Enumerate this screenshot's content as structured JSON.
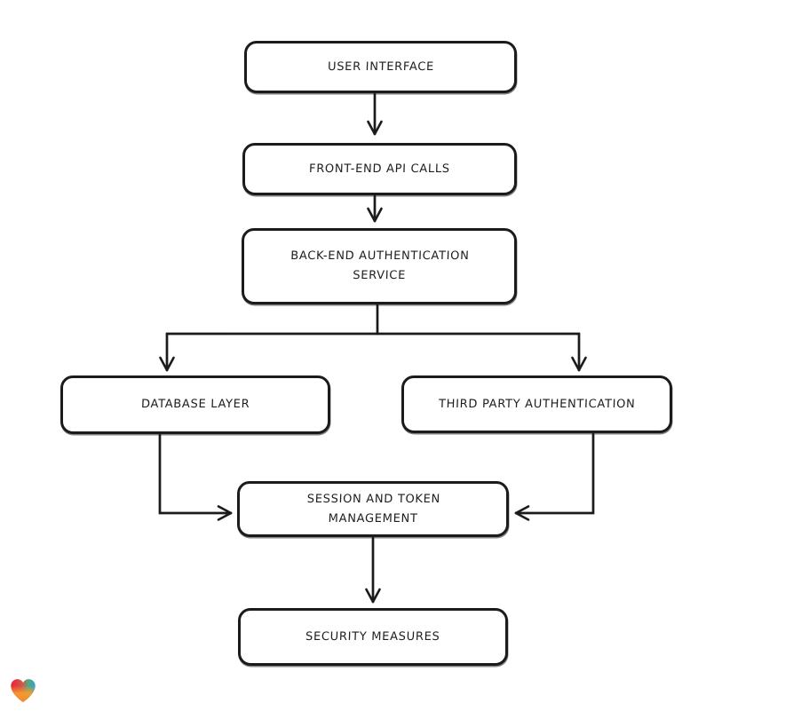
{
  "diagram": {
    "title": "authentication flow diagram",
    "nodes": [
      {
        "id": "user-interface",
        "label": "USER INTERFACE"
      },
      {
        "id": "front-end-api-calls",
        "label": "FRONT-END API CALLS"
      },
      {
        "id": "back-end-auth-service",
        "label": "BACK-END AUTHENTICATION SERVICE"
      },
      {
        "id": "database-layer",
        "label": "DATABASE LAYER"
      },
      {
        "id": "third-party-auth",
        "label": "THIRD PARTY AUTHENTICATION"
      },
      {
        "id": "session-token-mgmt",
        "label": "SESSION AND TOKEN MANAGEMENT"
      },
      {
        "id": "security-measures",
        "label": "SECURITY MEASURES"
      }
    ],
    "edges": [
      {
        "from": "user-interface",
        "to": "front-end-api-calls"
      },
      {
        "from": "front-end-api-calls",
        "to": "back-end-auth-service"
      },
      {
        "from": "back-end-auth-service",
        "to": "database-layer"
      },
      {
        "from": "back-end-auth-service",
        "to": "third-party-auth"
      },
      {
        "from": "database-layer",
        "to": "session-token-mgmt"
      },
      {
        "from": "third-party-auth",
        "to": "session-token-mgmt"
      },
      {
        "from": "session-token-mgmt",
        "to": "security-measures"
      }
    ],
    "style": {
      "stroke_color": "#1b1b1b",
      "node_fill": "#ffffff",
      "background": "#ffffff",
      "text_color": "#1f1f1f"
    },
    "logo": {
      "name": "heart-watermark",
      "colors": [
        "#e8293a",
        "#3aa0dc",
        "#f7a02e"
      ]
    }
  }
}
